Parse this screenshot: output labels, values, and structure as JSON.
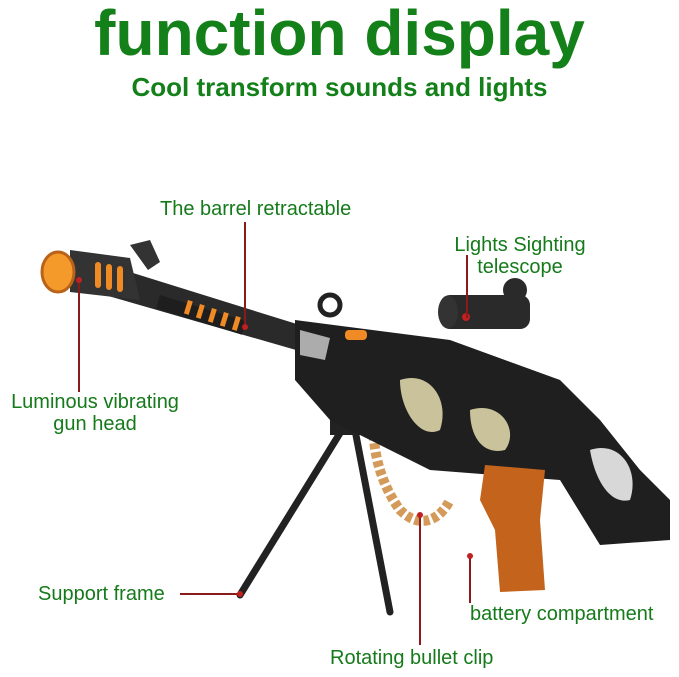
{
  "header": {
    "title": "function display",
    "subtitle": "Cool transform sounds and lights"
  },
  "callouts": {
    "barrel": "The barrel retractable",
    "telescope_line1": "Lights Sighting",
    "telescope_line2": "telescope",
    "gun_head_line1": "Luminous vibrating",
    "gun_head_line2": "gun head",
    "support": "Support frame",
    "battery": "battery compartment",
    "clip": "Rotating bullet clip"
  },
  "colors": {
    "text_green": "#14801a",
    "leader_line": "#8b1a1a",
    "accent_orange": "#f08a24"
  }
}
